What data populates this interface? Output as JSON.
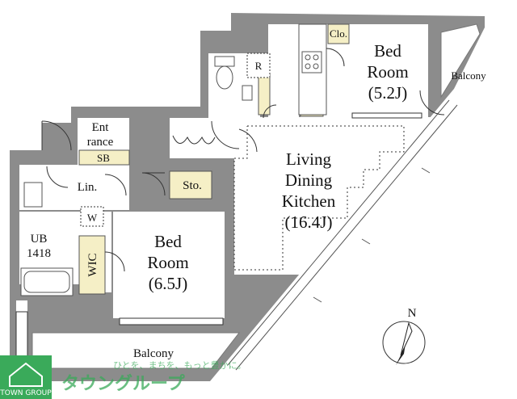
{
  "rooms": {
    "bedroom_north": {
      "name_line1": "Bed",
      "name_line2": "Room",
      "size": "(5.2J)"
    },
    "ldk": {
      "line1": "Living",
      "line2": "Dining",
      "line3": "Kitchen",
      "size": "(16.4J)"
    },
    "bedroom_south": {
      "name_line1": "Bed",
      "name_line2": "Room",
      "size": "(6.5J)"
    },
    "entrance": {
      "line1": "Ent",
      "line2": "rance"
    },
    "shoe_box": "SB",
    "storage": "Sto.",
    "linen": "Lin.",
    "washer": "W",
    "unit_bath": {
      "line1": "UB",
      "line2": "1418"
    },
    "wic": "WIC",
    "closet": "Clo.",
    "refrigerator": "R"
  },
  "balconies": {
    "east": "Balcony",
    "south": "Balcony"
  },
  "compass": {
    "north": "N"
  },
  "brand": {
    "company_en": "TOWN GROUP",
    "tagline_jp": "ひとを、まちを、もっと豊かに。",
    "company_jp": "タウングループ",
    "accent": "#3aaa5a"
  },
  "colors": {
    "wall": "#8c8c8c",
    "fixture": "#f5efc6",
    "floor": "#ffffff"
  }
}
